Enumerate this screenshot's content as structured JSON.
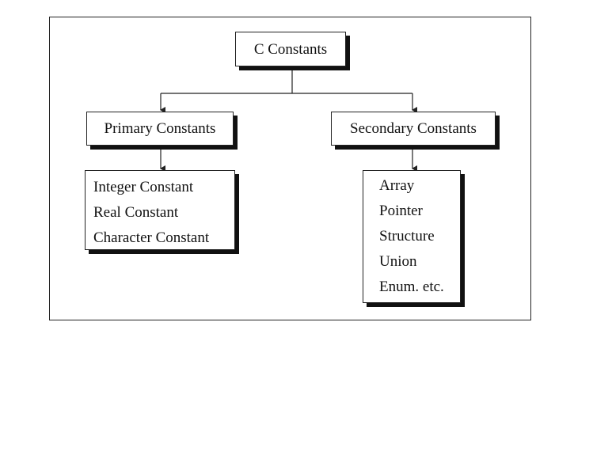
{
  "diagram": {
    "root": {
      "label": "C Constants"
    },
    "primary": {
      "label": "Primary Constants",
      "items": [
        "Integer Constant",
        "Real Constant",
        "Character Constant"
      ]
    },
    "secondary": {
      "label": "Secondary Constants",
      "items": [
        "Array",
        "Pointer",
        "Structure",
        "Union",
        "Enum. etc."
      ]
    }
  },
  "colors": {
    "line": "#222222",
    "shadow": "#111111",
    "background": "#ffffff"
  }
}
